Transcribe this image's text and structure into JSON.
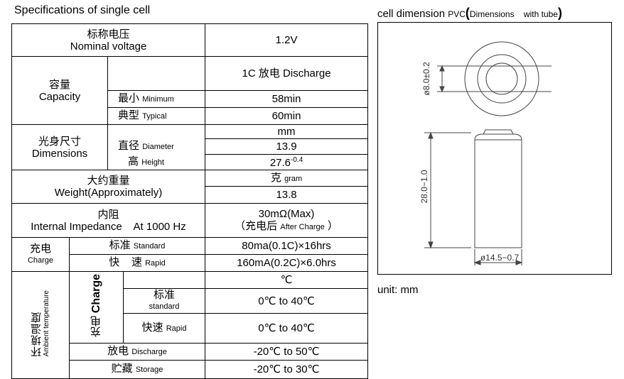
{
  "title": "Specifications of single cell",
  "dimension": {
    "title_prefix": "cell dimension",
    "title_pvc": "PVC",
    "title_inner": "Dimensions    with tube",
    "diameter_label": "ø8.0±0.2",
    "height_label": "28.0−1.0",
    "body_diameter_label": "ø14.5−0.7",
    "unit": "unit: mm"
  },
  "rows": {
    "voltage": {
      "cn": "标称电压",
      "en": "Nominal voltage",
      "value": "1.2V"
    },
    "capacity": {
      "cn": "容量",
      "en": "Capacity",
      "header": "1C 放电  Discharge",
      "min_cn": "最小",
      "min_en": "Minimum",
      "min_value": "58min",
      "typ_cn": "典型",
      "typ_en": "Typical",
      "typ_value": "60min"
    },
    "dimensions": {
      "cn": "光身尺寸",
      "en": "Dimensions",
      "unit": "mm",
      "dia_cn": "直径",
      "dia_en": "Diameter",
      "dia_value": "13.9",
      "h_cn": "高",
      "h_en": "Height",
      "h_value": "27.6",
      "h_tol": "-0.4"
    },
    "weight": {
      "cn": "大约重量",
      "en": "Weight(Approximately)",
      "unit_cn": "克",
      "unit_en": "gram",
      "value": "13.8"
    },
    "impedance": {
      "cn": "内阻",
      "en": "Internal Impedance    At 1000 Hz",
      "value": "30mΩ(Max)",
      "note_cn": "（充电后",
      "note_en": "After Charge",
      "note_close": "）"
    },
    "charge": {
      "cn": "充电",
      "en": "Charge",
      "std_cn": "标准",
      "std_en": "Standard",
      "std_value": "80ma(0.1C)×16hrs",
      "rapid_cn": "快    速",
      "rapid_en": "Rapid",
      "rapid_value": "160mA(0.2C)×6.0hrs"
    },
    "ambient": {
      "cn": "环境温度",
      "en1": "Ambient",
      "en2": "temperature",
      "charge_cn": "充电",
      "charge_en": "Charge",
      "unit": "℃",
      "std_cn": "标准",
      "std_en": "standard",
      "std_value": "0℃  to 40℃",
      "rapid_cn": "快速",
      "rapid_en": "Rapid",
      "rapid_value": "0℃  to 40℃",
      "dis_cn": "放电",
      "dis_en": "Discharge",
      "dis_value": "-20℃  to 50℃",
      "sto_cn": "贮藏",
      "sto_en": "Storage",
      "sto_value": "-20℃  to 30℃"
    }
  }
}
